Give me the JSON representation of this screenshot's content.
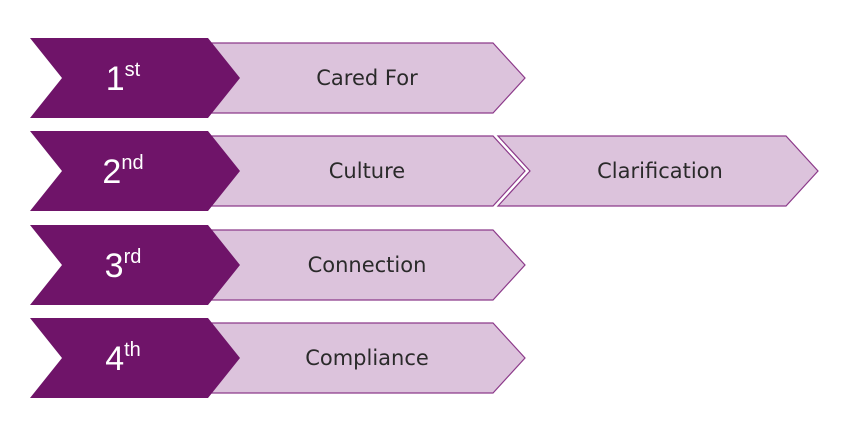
{
  "colors": {
    "rank_fill": "#6f1469",
    "item_fill": "#dcc3dc",
    "item_stroke": "#8c3a8a"
  },
  "rows": [
    {
      "rank": "1",
      "suffix": "st",
      "items": [
        "Cared For"
      ]
    },
    {
      "rank": "2",
      "suffix": "nd",
      "items": [
        "Culture",
        "Clarification"
      ]
    },
    {
      "rank": "3",
      "suffix": "rd",
      "items": [
        "Connection"
      ]
    },
    {
      "rank": "4",
      "suffix": "th",
      "items": [
        "Compliance"
      ]
    }
  ]
}
